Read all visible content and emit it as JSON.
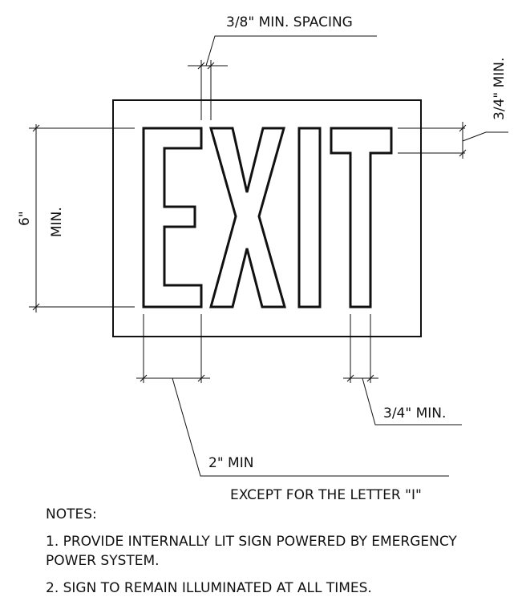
{
  "sign": {
    "word": "EXIT",
    "letters": [
      "E",
      "X",
      "I",
      "T"
    ]
  },
  "dimensions": {
    "letter_spacing": "3/8\" MIN. SPACING",
    "stroke_width_top": "3/4\" MIN.",
    "letter_height_value": "6\"",
    "letter_height_min": "MIN.",
    "stroke_width_bottom": "3/4\" MIN.",
    "letter_width": "2\" MIN",
    "letter_width_exception": "EXCEPT FOR THE LETTER \"I\""
  },
  "notes": {
    "heading": "NOTES:",
    "items": [
      "1.  PROVIDE INTERNALLY LIT SIGN POWERED BY EMERGENCY POWER SYSTEM.",
      "2.  SIGN TO REMAIN ILLUMINATED AT ALL TIMES."
    ]
  }
}
